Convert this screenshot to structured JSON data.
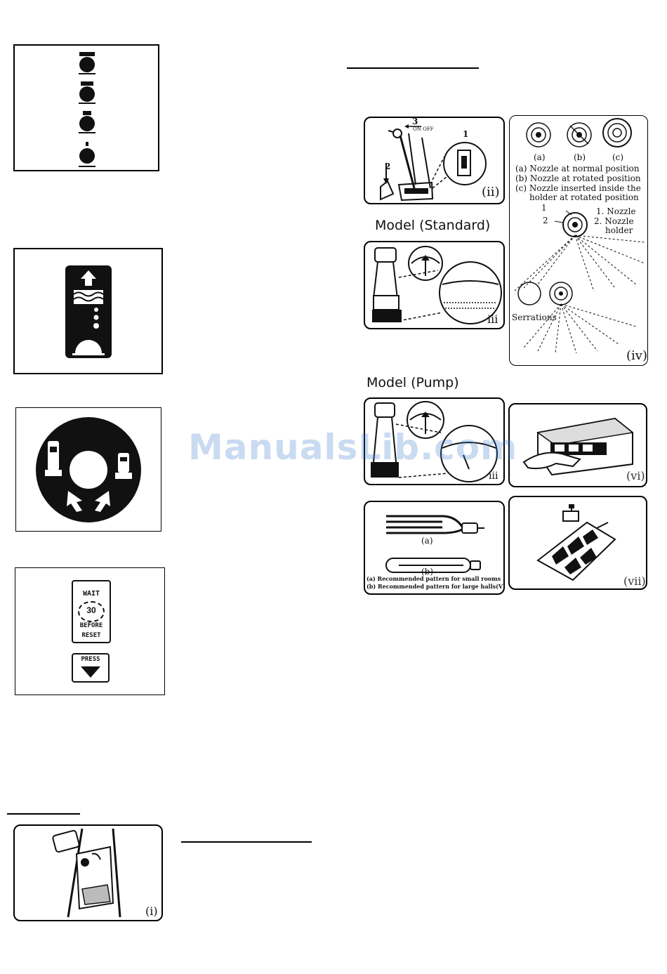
{
  "headings": {
    "model_standard": "Model (Standard)",
    "model_pump": "Model (Pump)"
  },
  "watermark": "ManualsLib.com",
  "reset_panel": {
    "line1": "WAIT",
    "number": "30",
    "line3": "BEFORE",
    "line4": "RESET",
    "press": "PRESS"
  },
  "fig_ii": {
    "roman": "(ii)",
    "step1": "1",
    "step2": "2",
    "step3": "3",
    "switch_text": "ON OFF"
  },
  "fig_iii_standard": {
    "roman": "iii"
  },
  "fig_iii_pump": {
    "roman": "iii"
  },
  "fig_iv": {
    "roman": "(iv)",
    "nozzle_a": "(a)",
    "nozzle_b": "(b)",
    "nozzle_c": "(c)",
    "legend_a": "(a) Nozzle at normal position",
    "legend_b": "(b) Nozzle at rotated position",
    "legend_c1": "(c) Nozzle inserted inside the",
    "legend_c2": "holder at rotated position",
    "callout_1": "1",
    "callout_2": "2",
    "part_1": "1. Nozzle",
    "part_2": "2. Nozzle",
    "part_2b": "holder",
    "serrations": "Serrations"
  },
  "fig_v": {
    "label_a": "(a)",
    "label_b": "(b)",
    "caption_a": "(a) Recommended pattern for small rooms",
    "caption_b": "(b) Recommended pattern for large halls(V)"
  },
  "fig_vi": {
    "roman": "(vi)"
  },
  "fig_vii": {
    "roman": "(vii)"
  },
  "fig_i": {
    "roman": "(i)"
  }
}
